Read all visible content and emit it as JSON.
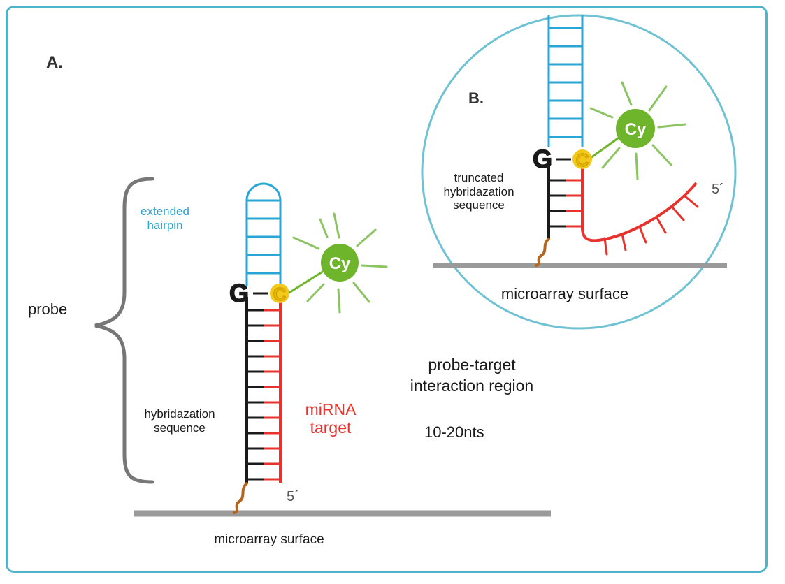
{
  "panel_a": {
    "label": "A.",
    "probe_label": "probe",
    "extended_hairpin": [
      "extended",
      "hairpin"
    ],
    "hybridization": [
      "hybridazation",
      "sequence"
    ],
    "mirna_target": [
      "miRNA",
      "target"
    ],
    "interaction_region": [
      "probe-target",
      "interaction region"
    ],
    "length_range": "10-20nts",
    "five_prime": "5´",
    "surface": "microarray surface"
  },
  "panel_b": {
    "label": "B.",
    "truncated_hybridization": [
      "truncated",
      "hybridazation",
      "sequence"
    ],
    "five_prime": "5´",
    "surface": "microarray surface"
  },
  "molecules": {
    "g_base": "G",
    "c_base": "C",
    "dye": "Cy"
  },
  "colors": {
    "frame": "#4fb3c9",
    "hairpin": "#2aa6d6",
    "probe_strand": "#1a1a1a",
    "target_strand": "#e8322d",
    "dye": "#6fb52c",
    "dye_rays": "#8cc462",
    "linker": "#b5651d",
    "c_base": "#f2c81b",
    "surface": "#9a9a9a"
  }
}
